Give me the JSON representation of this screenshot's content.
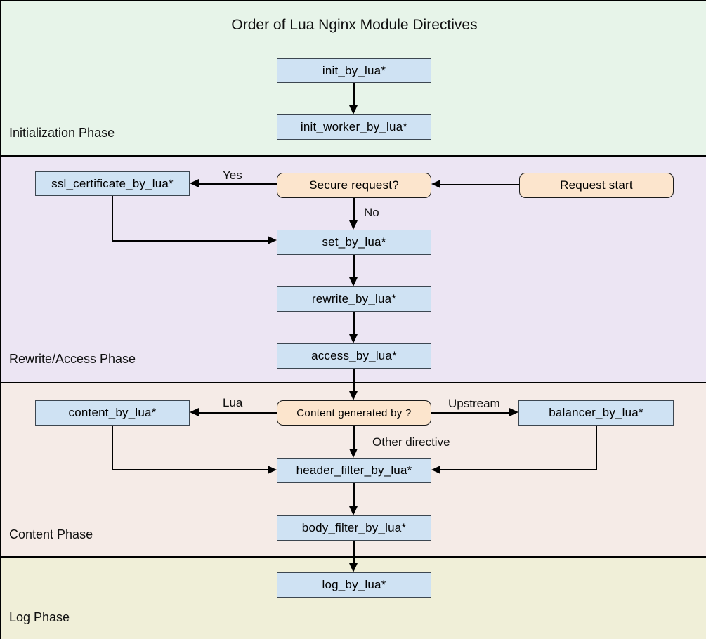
{
  "title": "Order of Lua Nginx Module Directives",
  "phases": {
    "initialization": "Initialization Phase",
    "rewrite_access": "Rewrite/Access Phase",
    "content": "Content Phase",
    "log": "Log Phase"
  },
  "nodes": {
    "init_by_lua": "init_by_lua*",
    "init_worker_by_lua": "init_worker_by_lua*",
    "ssl_certificate_by_lua": "ssl_certificate_by_lua*",
    "secure_request": "Secure request?",
    "request_start": "Request start",
    "set_by_lua": "set_by_lua*",
    "rewrite_by_lua": "rewrite_by_lua*",
    "access_by_lua": "access_by_lua*",
    "content_by_lua": "content_by_lua*",
    "content_generated_by": "Content generated by ?",
    "balancer_by_lua": "balancer_by_lua*",
    "header_filter_by_lua": "header_filter_by_lua*",
    "body_filter_by_lua": "body_filter_by_lua*",
    "log_by_lua": "log_by_lua*"
  },
  "edge_labels": {
    "yes": "Yes",
    "no": "No",
    "lua": "Lua",
    "upstream": "Upstream",
    "other_directive": "Other directive"
  },
  "colors": {
    "initialization_band": "#e7f4e9",
    "rewrite_access_band": "#ece5f3",
    "content_band": "#f5ebe7",
    "log_band": "#f0efd8",
    "process_box_fill": "#cfe2f3",
    "decision_box_fill": "#fce5cd",
    "line": "#000000"
  }
}
